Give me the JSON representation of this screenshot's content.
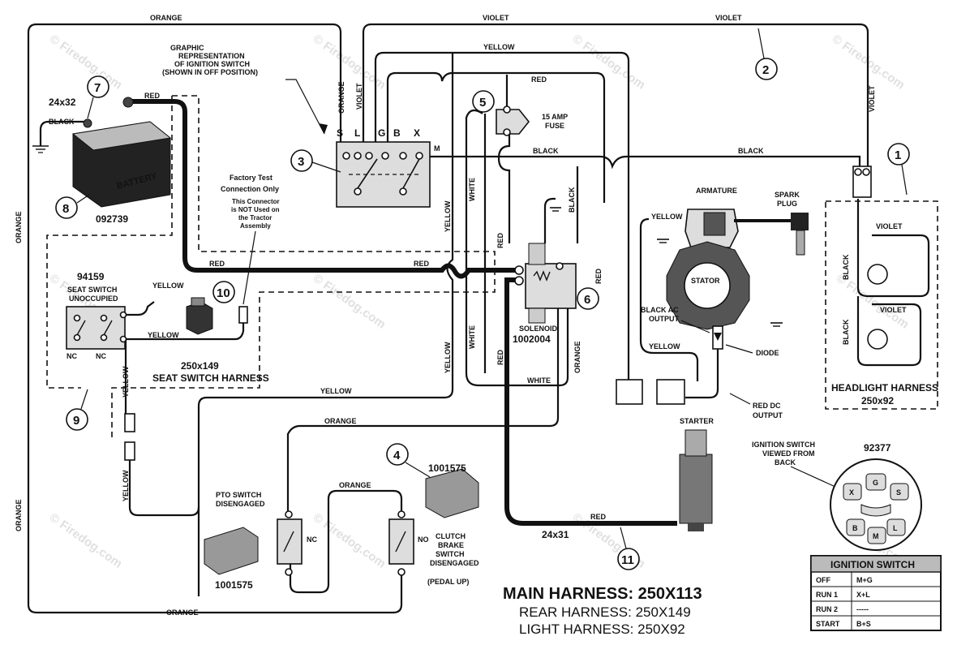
{
  "wire_labels": {
    "orange_top": "ORANGE",
    "violet_top_1": "VIOLET",
    "violet_top_2": "VIOLET",
    "yellow_top": "YELLOW",
    "red_top": "RED",
    "black_mid": "BLACK",
    "black_right": "BLACK",
    "orange_left": "ORANGE",
    "orange_left_low": "ORANGE",
    "orange_bottom": "ORANGE",
    "orange_mid": "ORANGE",
    "orange_pto": "ORANGE",
    "yellow_main": "YELLOW",
    "yellow_seat": "YELLOW",
    "yellow_seat2": "YELLOW",
    "yellow_vert": "YELLOW",
    "yellow_vert2": "YELLOW",
    "yellow_v1": "YELLOW",
    "yellow_v2": "YELLOW",
    "yellow_arm": "YELLOW",
    "yellow_stator": "YELLOW",
    "red_batt": "RED",
    "red_left": "RED",
    "red_mid": "RED",
    "red_v1": "RED",
    "red_v2": "RED",
    "red_starter": "RED",
    "red_switch": "RED",
    "white_v1": "WHITE",
    "white_v2": "WHITE",
    "white_h": "WHITE",
    "black_sol": "BLACK",
    "black_batt": "BLACK",
    "black_hl1": "BLACK",
    "black_hl2": "BLACK",
    "violet_hl1": "VIOLET",
    "violet_hl2": "VIOLET",
    "violet_right": "VIOLET",
    "violet_sw": "VIOLET",
    "orange_sw": "ORANGE",
    "orange_sol": "ORANGE"
  },
  "components": {
    "ignition_graphic": "GRAPHIC REPRESENTATION OF IGNITION SWITCH (SHOWN IN OFF POSITION)",
    "ignition_graphic_l1": "GRAPHIC",
    "ignition_graphic_l2": "REPRESENTATION",
    "ignition_graphic_l3": "OF IGNITION SWITCH",
    "ignition_graphic_l4": "(SHOWN IN OFF POSITION)",
    "switch_terminals": [
      "S",
      "L",
      "G",
      "B",
      "X",
      "M"
    ],
    "battery": "BATTERY",
    "battery_size": "24x32",
    "battery_part": "092739",
    "fuse": "15 AMP",
    "fuse_l2": "FUSE",
    "factory_test_l1": "Factory Test",
    "factory_test_l2": "Connection Only",
    "factory_note_l1": "This Connector",
    "factory_note_l2": "is NOT Used on",
    "factory_note_l3": "the Tractor",
    "factory_note_l4": "Assembly",
    "seat_part": "94159",
    "seat_switch_l1": "SEAT SWITCH",
    "seat_switch_l2": "UNOCCUPIED",
    "nc": "NC",
    "seat_harness_part": "250x149",
    "seat_harness": "SEAT SWITCH HARNESS",
    "solenoid": "SOLENOID",
    "solenoid_part": "1002004",
    "armature": "ARMATURE",
    "spark_l1": "SPARK",
    "spark_l2": "PLUG",
    "stator": "STATOR",
    "black_ac_l1": "BLACK AC",
    "black_ac_l2": "OUTPUT",
    "diode": "DIODE",
    "red_dc_l1": "RED DC",
    "red_dc_l2": "OUTPUT",
    "headlight_l1": "HEADLIGHT HARNESS",
    "headlight_l2": "250x92",
    "starter": "STARTER",
    "starter_wire": "24x31",
    "pto_l1": "PTO SWITCH",
    "pto_l2": "DISENGAGED",
    "pto_part": "1001575",
    "clutch_part": "1001575",
    "no": "NO",
    "clutch_l1": "CLUTCH",
    "clutch_l2": "BRAKE",
    "clutch_l3": "SWITCH",
    "clutch_l4": "DISENGAGED",
    "clutch_l5": "(PEDAL UP)",
    "ign_back_l1": "IGNITION SWITCH",
    "ign_back_l2": "VIEWED FROM",
    "ign_back_l3": "BACK",
    "ign_back_part": "92377",
    "back_terminals": [
      "G",
      "X",
      "S",
      "B",
      "M",
      "L"
    ]
  },
  "callouts": [
    "1",
    "2",
    "3",
    "4",
    "5",
    "6",
    "7",
    "8",
    "9",
    "10",
    "11"
  ],
  "ignition_table": {
    "title": "IGNITION SWITCH",
    "rows": [
      {
        "pos": "OFF",
        "val": "M+G"
      },
      {
        "pos": "RUN 1",
        "val": "X+L"
      },
      {
        "pos": "RUN 2",
        "val": "-----"
      },
      {
        "pos": "START",
        "val": "B+S"
      }
    ]
  },
  "harness_titles": {
    "main": "MAIN HARNESS: 250X113",
    "rear": "REAR HARNESS: 250X149",
    "light": "LIGHT HARNESS: 250X92"
  },
  "watermark": "© Firedog.com"
}
